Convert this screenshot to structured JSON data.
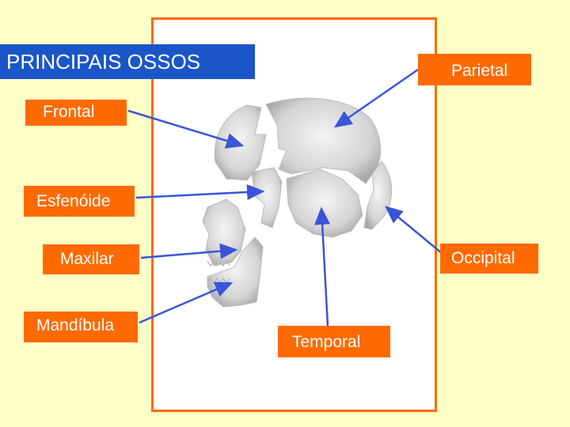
{
  "title": "PRINCIPAIS OSSOS",
  "labels": {
    "parietal": "Parietal",
    "frontal": "Frontal",
    "esfenoide": "Esfenóide",
    "maxilar": "Maxilar",
    "occipital": "Occipital",
    "mandibula": "Mandíbula",
    "temporal": "Temporal"
  },
  "colors": {
    "background": "#ffffc6",
    "title_box": "#1a56c8",
    "label_box": "#ff6a00",
    "arrow": "#3a55d8",
    "bone": "#dcdcdc"
  }
}
